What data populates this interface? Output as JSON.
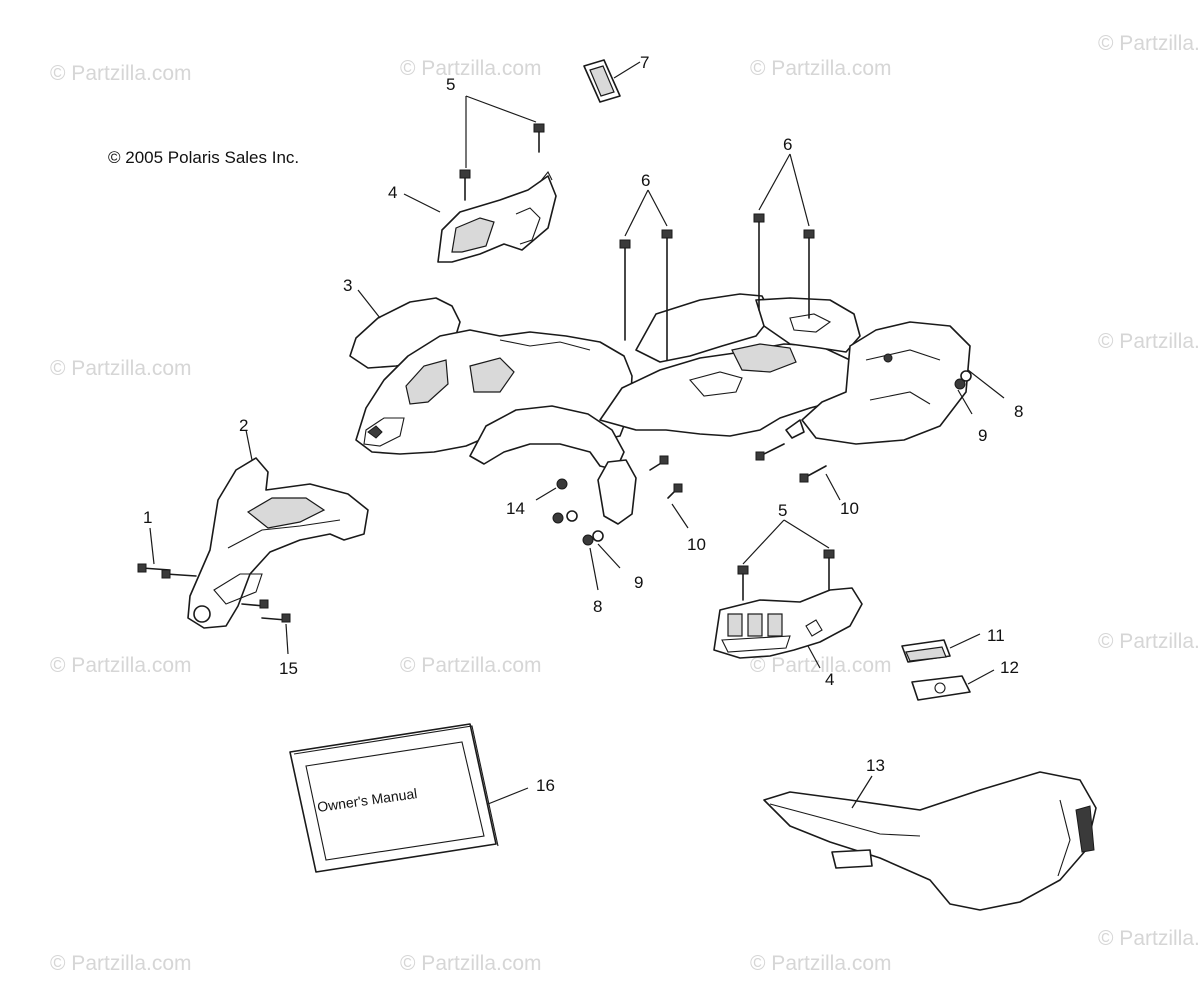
{
  "copyright": "© 2005 Polaris Sales Inc.",
  "watermark": "© Partzilla.com",
  "manual_label": "Owner's Manual",
  "callouts": {
    "c1": "1",
    "c2": "2",
    "c3": "3",
    "c4a": "4",
    "c4b": "4",
    "c5a": "5",
    "c5b": "5",
    "c6a": "6",
    "c6b": "6",
    "c7": "7",
    "c8a": "8",
    "c8b": "8",
    "c9a": "9",
    "c9b": "9",
    "c10a": "10",
    "c10b": "10",
    "c11": "11",
    "c12": "12",
    "c13": "13",
    "c14": "14",
    "c15": "15",
    "c16": "16"
  },
  "colors": {
    "ink": "#1a1a1a",
    "watermark": "#d6d6d6",
    "background": "#ffffff"
  }
}
